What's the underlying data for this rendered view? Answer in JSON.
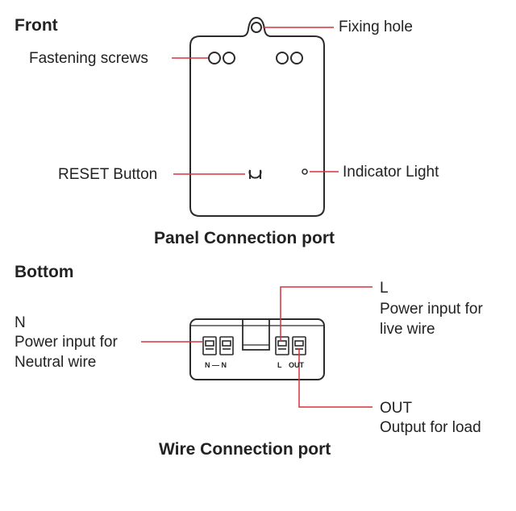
{
  "front": {
    "heading": "Front",
    "labels": {
      "fixing_hole": "Fixing hole",
      "fastening_screws": "Fastening screws",
      "reset_button": "RESET Button",
      "indicator_light": "Indicator Light"
    },
    "caption": "Panel Connection port"
  },
  "bottom": {
    "heading": "Bottom",
    "n": {
      "title": "N",
      "line1": "Power input for",
      "line2": "Neutral wire"
    },
    "l": {
      "title": "L",
      "line1": "Power input for",
      "line2": "live wire"
    },
    "out": {
      "title": "OUT",
      "line1": "Output for load"
    },
    "terminal_labels": {
      "n_pair": "N — N",
      "l": "L",
      "out": "OUT"
    },
    "caption": "Wire Connection port"
  },
  "colors": {
    "leader": "#d9323f",
    "outline": "#2b2b2b"
  }
}
